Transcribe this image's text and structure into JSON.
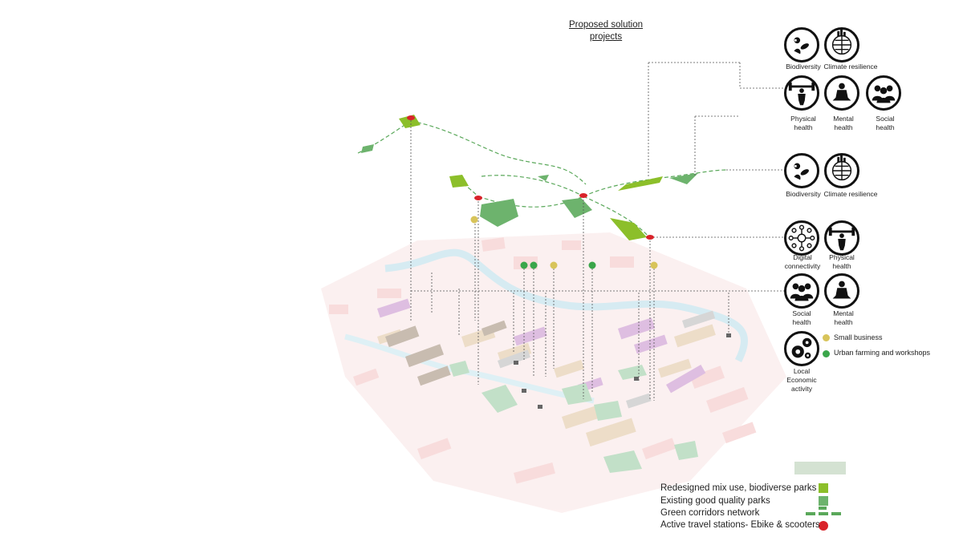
{
  "header": {
    "title": "Proposed solution projects"
  },
  "icon_labels": {
    "biodiversity_1": "Biodiversity",
    "climate_1": "Climate resilience",
    "physical_1": "Physical health",
    "mental_1": "Mental health",
    "social_1": "Social health",
    "biodiversity_2": "Biodiversity",
    "climate_2": "Climate resilience",
    "digital": "Digital connectivity",
    "physical_2": "Physical health",
    "social_2": "Social health",
    "mental_2": "Mental health",
    "local_economic": "Local Economic activity"
  },
  "markers": {
    "small_business": "Small business",
    "urban_farming": "Urban farming and workshops"
  },
  "legend": {
    "items": [
      {
        "label": "Redesigned mix use, biodiverse parks",
        "color": "#8cbf2a"
      },
      {
        "label": "Existing good quality parks",
        "color": "#6db36d"
      },
      {
        "label": "Green corridors network",
        "color": "#5aa85a"
      },
      {
        "label": "Active travel stations- Ebike & scooters",
        "color": "#d9232a"
      }
    ]
  },
  "colors": {
    "red": "#d9232a",
    "yellow": "#d8c45a",
    "green": "#3aa64a",
    "park_new": "#8cbf2a",
    "park_existing": "#6db36d"
  }
}
